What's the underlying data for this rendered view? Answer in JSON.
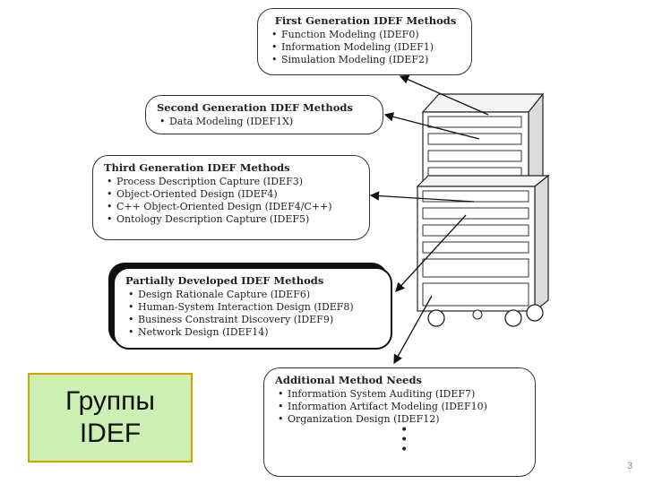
{
  "groups": [
    {
      "title": "First Generation IDEF Methods",
      "items": [
        "Function Modeling (IDEF0)",
        "Information Modeling (IDEF1)",
        "Simulation Modeling (IDEF2)"
      ]
    },
    {
      "title": "Second Generation IDEF Methods",
      "items": [
        "Data Modeling (IDEF1X)"
      ]
    },
    {
      "title": "Third Generation IDEF Methods",
      "items": [
        "Process Description Capture (IDEF3)",
        "Object-Oriented Design (IDEF4)",
        "C++ Object-Oriented Design (IDEF4/C++)",
        "Ontology Description Capture (IDEF5)"
      ]
    },
    {
      "title": "Partially Developed IDEF Methods",
      "items": [
        "Design Rationale Capture (IDEF6)",
        "Human-System Interaction Design (IDEF8)",
        "Business Constraint Discovery (IDEF9)",
        "Network Design (IDEF14)"
      ]
    },
    {
      "title": "Additional Method Needs",
      "items": [
        "Information System Auditing (IDEF7)",
        "Information Artifact Modeling (IDEF10)",
        "Organization Design (IDEF12)"
      ],
      "more": [
        "•",
        "•",
        "•"
      ]
    }
  ],
  "label": {
    "line1": "Группы",
    "line2": "IDEF"
  },
  "page_number": "3"
}
